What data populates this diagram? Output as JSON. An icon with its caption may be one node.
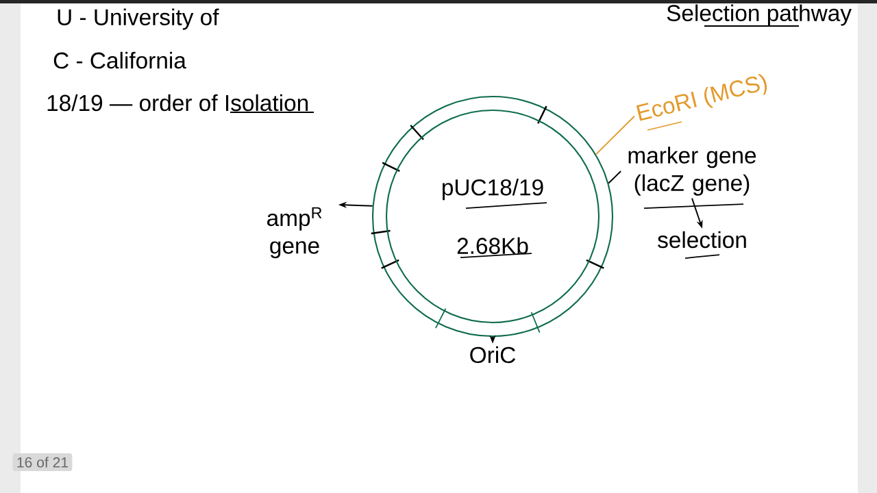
{
  "diagram": {
    "nodes": [
      {
        "text": [
          "pUC18/19",
          "2.68Kb"
        ]
      },
      {
        "text": [
          "EcoRI (MCS)"
        ]
      },
      {
        "text": [
          "marker gene (lacZ gene)"
        ]
      },
      {
        "text": [
          "selection"
        ]
      },
      {
        "text": [
          "amp$^{R}$ gene"
        ]
      },
      {
        "text": [
          "OriC"
        ]
      }
    ],
    "edges": [
      {
        "from": 1,
        "to": 0,
        "arrow": "none",
        "color": "#e39a2d"
      },
      {
        "from": 0,
        "to": 2,
        "arrow": "none"
      },
      {
        "from": 2,
        "to": 3,
        "arrow": "to"
      },
      {
        "from": 0,
        "to": 4,
        "arrow": "to"
      },
      {
        "from": 0,
        "to": 5,
        "arrow": "to"
      }
    ],
    "labels": [
      "U - University of",
      "C - California",
      "18/19 — order of Isolation",
      "Selection pathway",
      "16 of 21"
    ]
  }
}
